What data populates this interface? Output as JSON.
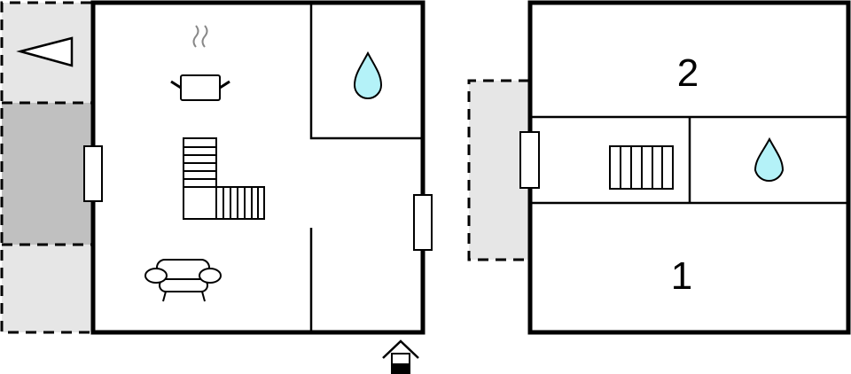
{
  "diagram": {
    "type": "floor-plan",
    "colors": {
      "wall": "#000000",
      "background": "#ffffff",
      "terrace_light": "#e6e6e6",
      "terrace_dark": "#c0c0c0",
      "water": "#b4f2f8"
    },
    "floors": [
      {
        "name": "ground-floor",
        "rooms": [
          {
            "name": "kitchen-living",
            "icons": [
              "cooking-pot-icon",
              "staircase-icon",
              "armchair-icon"
            ]
          },
          {
            "name": "bathroom",
            "icons": [
              "water-drop-icon"
            ]
          },
          {
            "name": "hall",
            "icons": []
          }
        ],
        "outdoor": [
          {
            "name": "terrace",
            "icons": [
              "compass-arrow-icon"
            ]
          },
          {
            "name": "covered-terrace",
            "icons": []
          }
        ],
        "entrance_icon": "entrance-icon"
      },
      {
        "name": "upper-floor",
        "rooms": [
          {
            "name": "bedroom-2",
            "label": "2"
          },
          {
            "name": "landing",
            "icons": [
              "staircase-icon"
            ]
          },
          {
            "name": "bathroom",
            "icons": [
              "water-drop-icon"
            ]
          },
          {
            "name": "bedroom-1",
            "label": "1"
          }
        ],
        "outdoor": [
          {
            "name": "balcony",
            "icons": []
          }
        ]
      }
    ],
    "labels": {
      "bedroom_2": "2",
      "bedroom_1": "1"
    }
  }
}
